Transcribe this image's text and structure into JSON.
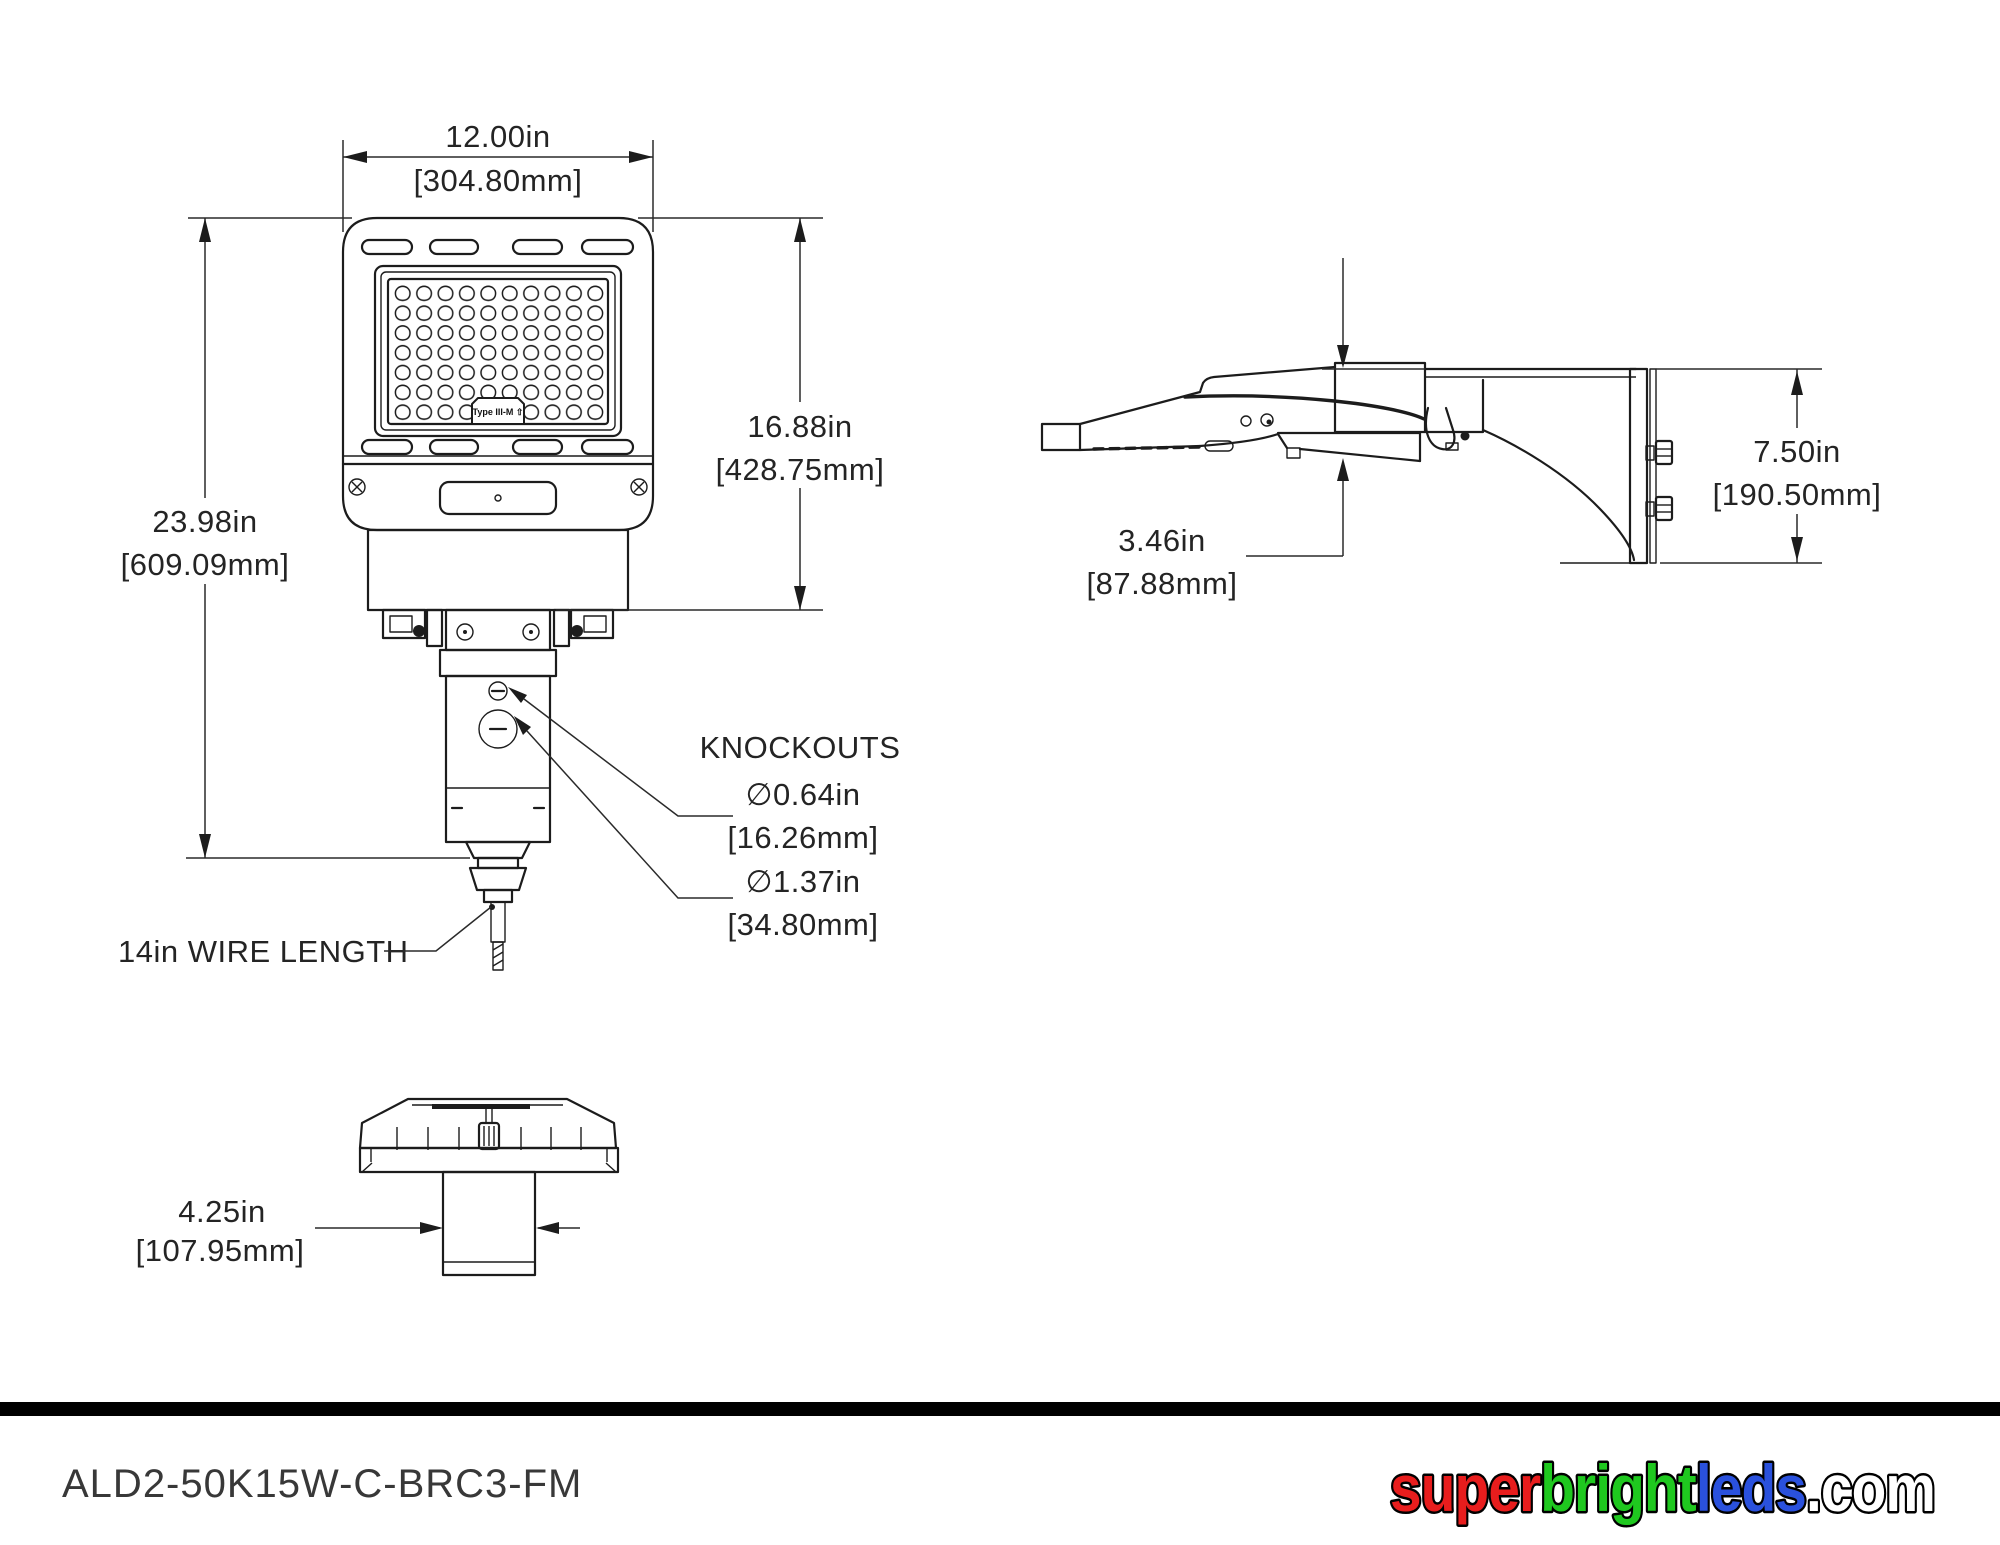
{
  "drawing": {
    "panel_label": "Type III-M ⇧",
    "dim_width": {
      "in": "12.00in",
      "mm": "[304.80mm]"
    },
    "dim_overall_height": {
      "in": "23.98in",
      "mm": "[609.09mm]"
    },
    "dim_housing_height": {
      "in": "16.88in",
      "mm": "[428.75mm]"
    },
    "dim_mount_height": {
      "in": "3.46in",
      "mm": "[87.88mm]"
    },
    "dim_bracket_height": {
      "in": "7.50in",
      "mm": "[190.50mm]"
    },
    "dim_base_width": {
      "in": "4.25in",
      "mm": "[107.95mm]"
    },
    "knockouts": {
      "title": "KNOCKOUTS",
      "small_in": "∅0.64in",
      "small_mm": "[16.26mm]",
      "large_in": "∅1.37in",
      "large_mm": "[34.80mm]"
    },
    "wire_label": "14in WIRE LENGTH",
    "line_color": "#1c1c1c"
  },
  "footer": {
    "part_number": "ALD2-50K15W-C-BRC3-FM",
    "bar_color": "#000000",
    "logo": {
      "segments": [
        {
          "text": "super",
          "color": "#e81d1d"
        },
        {
          "text": "bright",
          "color": "#1fc81f"
        },
        {
          "text": "leds",
          "color": "#2a51dd"
        },
        {
          "text": ".com",
          "color": "#ffffff"
        }
      ]
    }
  }
}
